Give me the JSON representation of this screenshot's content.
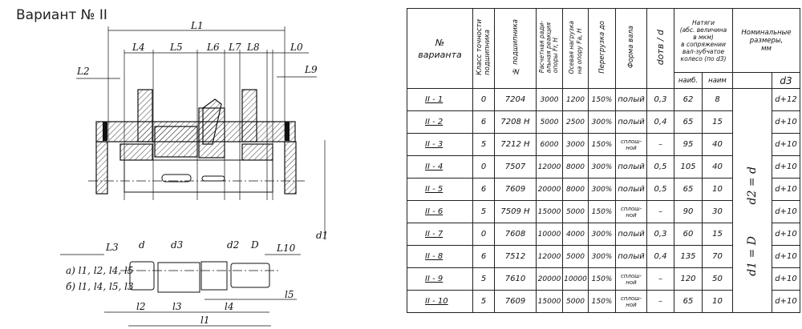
{
  "title": "Вариант № II",
  "drawing": {
    "labels": {
      "L1": "L1",
      "L4": "L4",
      "L5": "L5",
      "L6": "L6",
      "L7": "L7",
      "L8": "L8",
      "L0": "L0",
      "L2": "L2",
      "L9": "L9",
      "L3": "L3",
      "L10": "L10",
      "d": "d",
      "d3": "d3",
      "d2": "d2",
      "D": "D",
      "d1": "d1"
    },
    "shaft_labels": {
      "variant_a": "а) l1, l2, l4, l5",
      "variant_b": "б) l1, l4, l5, l3",
      "l2": "l2",
      "l3": "l3",
      "l4": "l4",
      "l5": "l5",
      "l1": "l1"
    }
  },
  "table": {
    "headers": {
      "variant": "№\nварианта",
      "accuracy_class": "Класс точности\nподшипника",
      "bearing_no": "№ подшипника",
      "radial_load": "Расчетная ради-\nальная реакция\nопоры Fr, H",
      "axial_load": "Осевая нагрузка\nна опору Fa, H",
      "overload": "Перегрузка до",
      "shaft_form": "Форма вала",
      "d_ratio": "dотв / d",
      "interference": "Натяги\n(абс. величина\nв мкм)\nв сопряжении\nвал-зубчатое\nколесо (по d3)",
      "interference_max": "наиб.",
      "interference_min": "наим",
      "nominal": "Номинальные\nразмеры,\nмм",
      "d3": "d3"
    },
    "merged": {
      "d2_eq": "d2 = d",
      "d1_eq": "d1 = D"
    },
    "rows": [
      {
        "variant": "II - 1",
        "cls": "0",
        "bearing": "7204",
        "fr": "3000",
        "fa": "1200",
        "overload": "150%",
        "form": "полый",
        "ratio": "0,3",
        "max": "62",
        "min": "8",
        "d3": "d+12"
      },
      {
        "variant": "II - 2",
        "cls": "6",
        "bearing": "7208 H",
        "fr": "5000",
        "fa": "2500",
        "overload": "300%",
        "form": "полый",
        "ratio": "0,4",
        "max": "65",
        "min": "15",
        "d3": "d+10"
      },
      {
        "variant": "II - 3",
        "cls": "5",
        "bearing": "7212 H",
        "fr": "6000",
        "fa": "3000",
        "overload": "150%",
        "form": "сплош-\nной",
        "ratio": "–",
        "max": "95",
        "min": "40",
        "d3": "d+10"
      },
      {
        "variant": "II - 4",
        "cls": "0",
        "bearing": "7507",
        "fr": "12000",
        "fa": "8000",
        "overload": "300%",
        "form": "полый",
        "ratio": "0,5",
        "max": "105",
        "min": "40",
        "d3": "d+10"
      },
      {
        "variant": "II - 5",
        "cls": "6",
        "bearing": "7609",
        "fr": "20000",
        "fa": "8000",
        "overload": "300%",
        "form": "полый",
        "ratio": "0,5",
        "max": "65",
        "min": "10",
        "d3": "d+10"
      },
      {
        "variant": "II - 6",
        "cls": "5",
        "bearing": "7509 H",
        "fr": "15000",
        "fa": "5000",
        "overload": "150%",
        "form": "сплош-\nной",
        "ratio": "–",
        "max": "90",
        "min": "30",
        "d3": "d+10"
      },
      {
        "variant": "II - 7",
        "cls": "0",
        "bearing": "7608",
        "fr": "10000",
        "fa": "4000",
        "overload": "300%",
        "form": "полый",
        "ratio": "0,3",
        "max": "60",
        "min": "15",
        "d3": "d+10"
      },
      {
        "variant": "II - 8",
        "cls": "6",
        "bearing": "7512",
        "fr": "12000",
        "fa": "5000",
        "overload": "300%",
        "form": "полый",
        "ratio": "0,4",
        "max": "135",
        "min": "70",
        "d3": "d+10"
      },
      {
        "variant": "II - 9",
        "cls": "5",
        "bearing": "7610",
        "fr": "20000",
        "fa": "10000",
        "overload": "150%",
        "form": "сплош-\nной",
        "ratio": "–",
        "max": "120",
        "min": "50",
        "d3": "d+10"
      },
      {
        "variant": "II - 10",
        "cls": "5",
        "bearing": "7609",
        "fr": "15000",
        "fa": "5000",
        "overload": "150%",
        "form": "сплош-\nной",
        "ratio": "–",
        "max": "65",
        "min": "10",
        "d3": "d+10"
      }
    ]
  }
}
